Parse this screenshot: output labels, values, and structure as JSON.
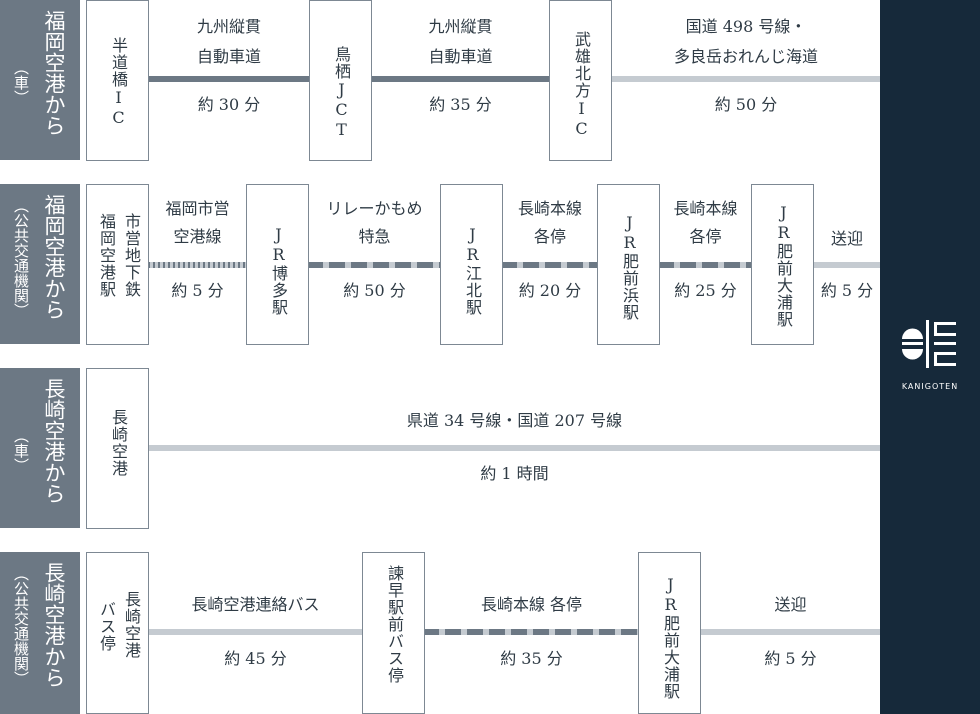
{
  "rows": [
    {
      "label_main": "福岡空港から",
      "label_sub": "（車）",
      "stops": [
        "半道橋IC",
        "鳥栖JCT",
        "武雄北方IC"
      ],
      "segments": [
        {
          "route_line1": "九州縦貫",
          "route_line2": "自動車道",
          "time": "約 30 分",
          "style": "solid-dark"
        },
        {
          "route_line1": "九州縦貫",
          "route_line2": "自動車道",
          "time": "約 35 分",
          "style": "solid-dark"
        },
        {
          "route_line1": "国道 498 号線・",
          "route_line2": "多良岳おれんじ海道",
          "time": "約 50 分",
          "style": "solid-light"
        }
      ]
    },
    {
      "label_main": "福岡空港から",
      "label_sub": "（公共交通機関）",
      "stops": [
        "市営地下鉄",
        "福岡空港駅",
        "JR博多駅",
        "JR江北駅",
        "JR肥前浜駅",
        "JR肥前大浦駅"
      ],
      "segments": [
        {
          "route_line1": "福岡市営",
          "route_line2": "空港線",
          "time": "約 5 分",
          "style": "ticked"
        },
        {
          "route_line1": "リレーかもめ",
          "route_line2": "特急",
          "time": "約 50 分",
          "style": "dashed"
        },
        {
          "route_line1": "長崎本線",
          "route_line2": "各停",
          "time": "約 20 分",
          "style": "dashed"
        },
        {
          "route_line1": "長崎本線",
          "route_line2": "各停",
          "time": "約 25 分",
          "style": "dashed"
        },
        {
          "route_line1": "送迎",
          "route_line2": "",
          "time": "約 5 分",
          "style": "solid-light"
        }
      ]
    },
    {
      "label_main": "長崎空港から",
      "label_sub": "（車）",
      "stops": [
        "長崎空港"
      ],
      "segments": [
        {
          "route_line1": "県道 34 号線・国道 207 号線",
          "route_line2": "",
          "time": "約 1 時間",
          "style": "solid-light"
        }
      ]
    },
    {
      "label_main": "長崎空港から",
      "label_sub": "（公共交通機関）",
      "stops": [
        "長崎空港",
        "バス停",
        "諫早駅前バス停",
        "JR肥前大浦駅"
      ],
      "segments": [
        {
          "route_line1": "長崎空港連絡バス",
          "route_line2": "",
          "time": "約 45 分",
          "style": "solid-light"
        },
        {
          "route_line1": "長崎本線 各停",
          "route_line2": "",
          "time": "約 35 分",
          "style": "dashed"
        },
        {
          "route_line1": "送迎",
          "route_line2": "",
          "time": "約 5 分",
          "style": "solid-light"
        }
      ]
    }
  ],
  "brand": {
    "name": "KANIGOTEN",
    "background": "#16293a"
  },
  "colors": {
    "label_bg": "#6c7884",
    "line_dark": "#6c7884",
    "line_light": "#c5cbd1",
    "text": "#2f3b45"
  }
}
